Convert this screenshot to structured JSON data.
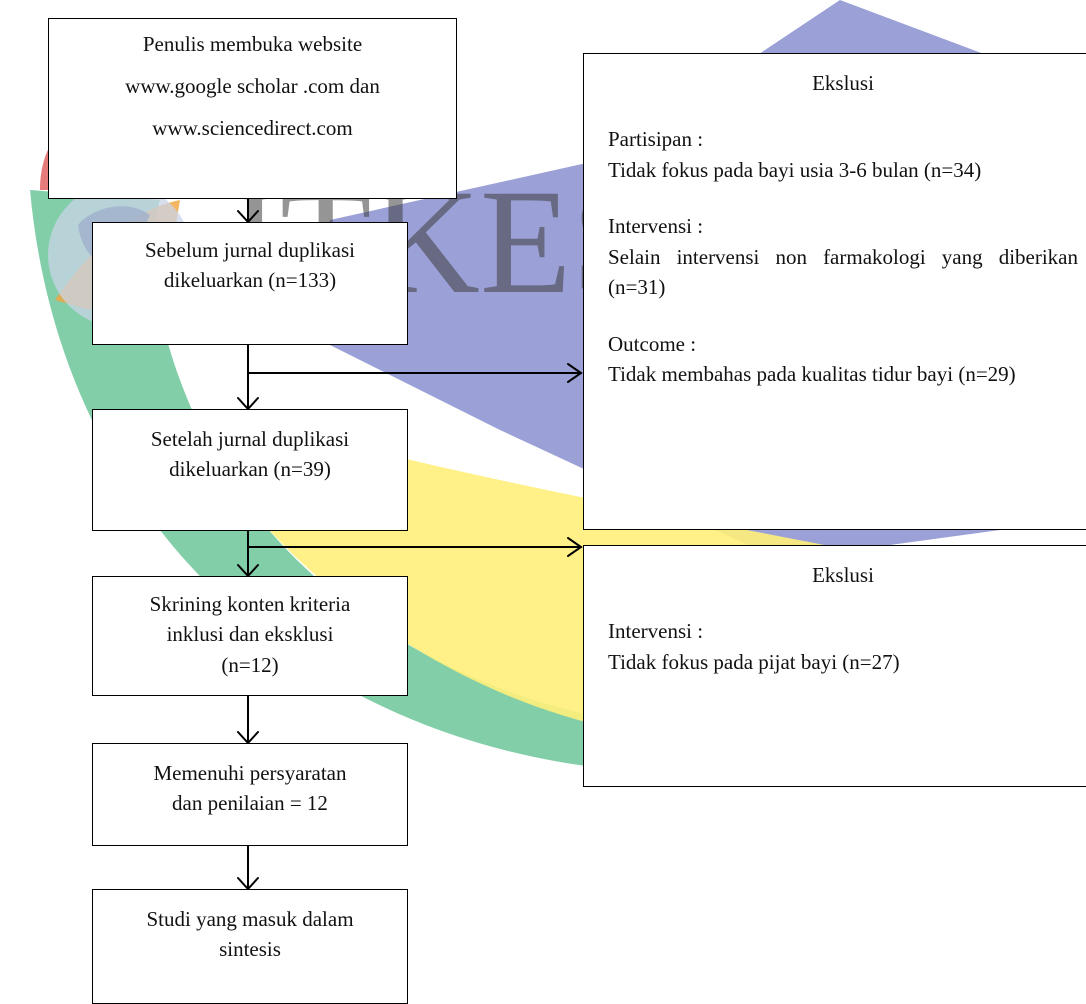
{
  "watermark": {
    "text": "ITKES"
  },
  "flow": {
    "step1": {
      "lines": [
        "Penulis membuka website",
        "www.google scholar .com dan",
        "www.sciencedirect.com"
      ]
    },
    "step2": {
      "lines": [
        "Sebelum jurnal duplikasi",
        "dikeluarkan (n=133)"
      ]
    },
    "step3": {
      "lines": [
        "Setelah jurnal duplikasi",
        "dikeluarkan (n=39)"
      ]
    },
    "step4": {
      "lines": [
        "Skrining konten kriteria",
        "inklusi dan eksklusi",
        "(n=12)"
      ]
    },
    "step5": {
      "lines": [
        "Memenuhi persyaratan",
        "dan penilaian = 12"
      ]
    },
    "step6": {
      "lines": [
        "Studi yang masuk dalam",
        "sintesis"
      ]
    }
  },
  "exclusion1": {
    "title": "Ekslusi",
    "sections": [
      {
        "label": "Partisipan :",
        "text": "Tidak fokus pada bayi usia 3-6 bulan (n=34)"
      },
      {
        "label": "Intervensi :",
        "text": "Selain intervensi non farmakologi yang diberikan (n=31)"
      },
      {
        "label": "Outcome :",
        "text": "Tidak membahas  pada kualitas tidur bayi (n=29)"
      }
    ]
  },
  "exclusion2": {
    "title": "Ekslusi",
    "sections": [
      {
        "label": "Intervensi :",
        "text": "Tidak fokus pada pijat bayi (n=27)"
      }
    ]
  }
}
